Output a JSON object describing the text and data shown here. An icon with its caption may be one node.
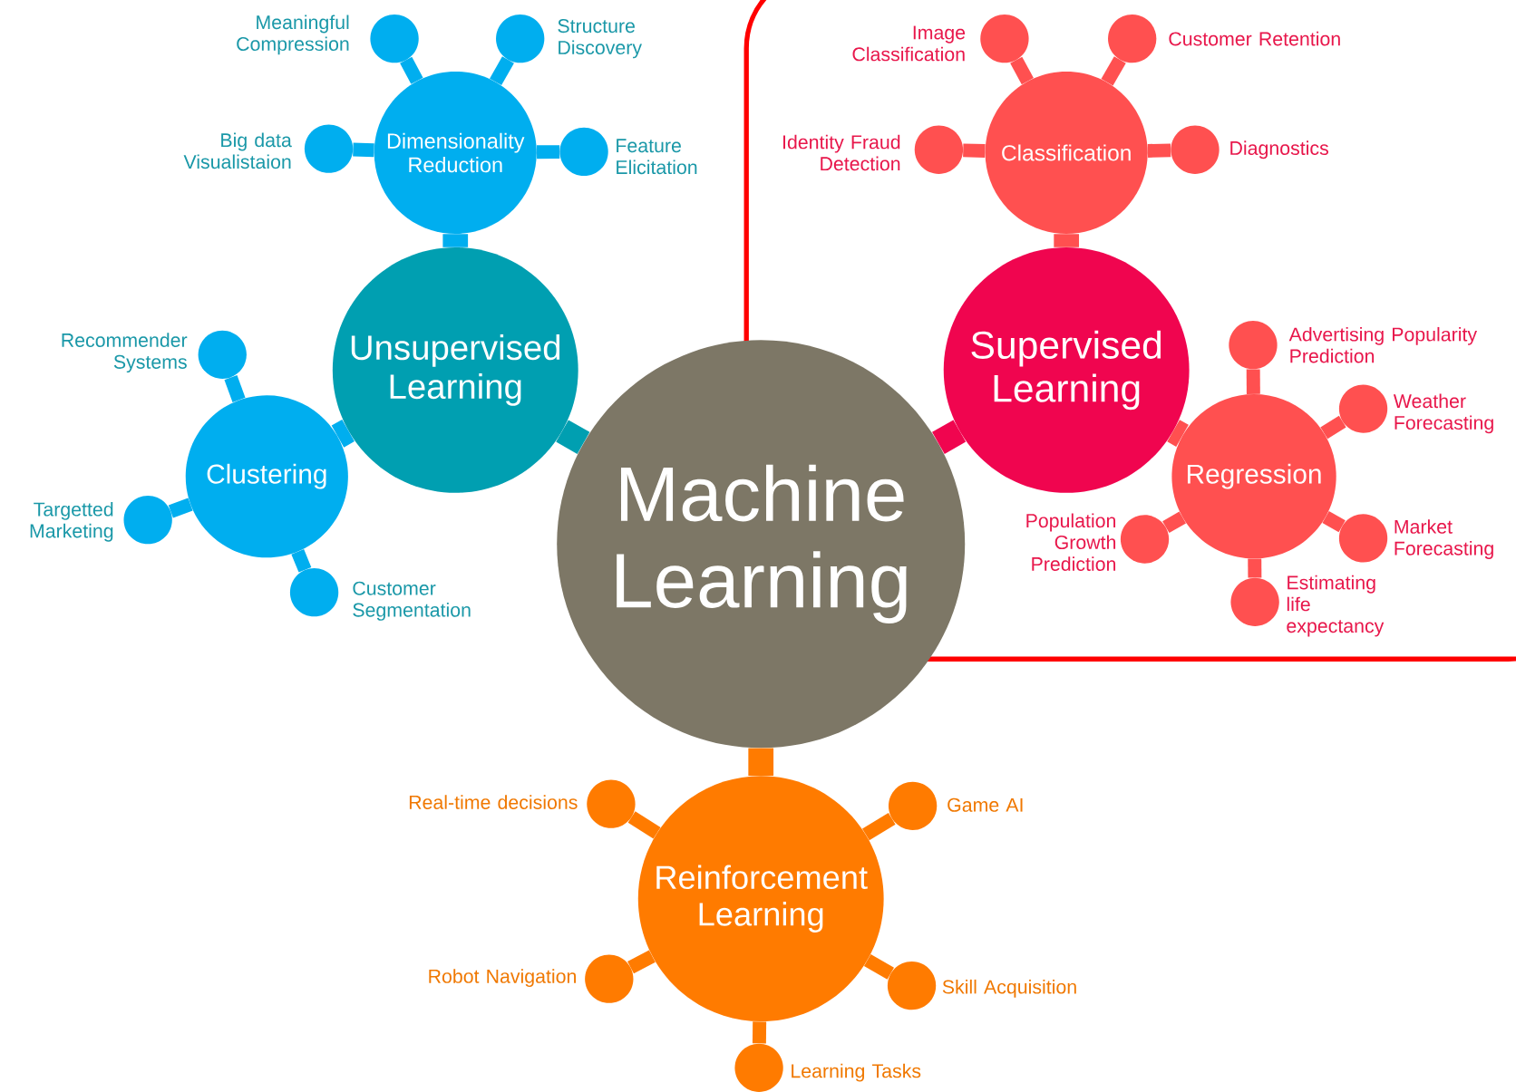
{
  "diagram": {
    "nodes": [
      {
        "text": [
          "Machine Learning"
        ]
      },
      {
        "text": [
          "Unsupervised Learning"
        ]
      },
      {
        "text": [
          "Dimensionality Reduction"
        ]
      },
      {
        "text": [
          "Clustering"
        ]
      },
      {
        "text": [
          "Supervised Learning"
        ]
      },
      {
        "text": [
          "Classification"
        ]
      },
      {
        "text": [
          "Regression"
        ]
      },
      {
        "text": [
          "Reinforcement Learning"
        ]
      },
      {
        "text": [],
        "shape": "circle",
        "beside": [
          "Meaningful Compression"
        ]
      },
      {
        "text": [],
        "shape": "circle",
        "beside": [
          "Structure Discovery"
        ]
      },
      {
        "text": [],
        "shape": "circle",
        "beside": [
          "Big data Visualistaion"
        ]
      },
      {
        "text": [],
        "shape": "circle",
        "beside": [
          "Feature Elicitation"
        ]
      },
      {
        "text": [],
        "shape": "circle",
        "beside": [
          "Recommender Systems"
        ]
      },
      {
        "text": [],
        "shape": "circle",
        "beside": [
          "Targetted Marketing"
        ]
      },
      {
        "text": [],
        "shape": "circle",
        "beside": [
          "Customer Segmentation"
        ]
      },
      {
        "text": [],
        "shape": "circle",
        "beside": [
          "Image Classification"
        ]
      },
      {
        "text": [],
        "shape": "circle",
        "beside": [
          "Customer Retention"
        ]
      },
      {
        "text": [],
        "shape": "circle",
        "beside": [
          "Identity Fraud Detection"
        ]
      },
      {
        "text": [],
        "shape": "circle",
        "beside": [
          "Diagnostics"
        ]
      },
      {
        "text": [],
        "shape": "circle",
        "beside": [
          "Advertising Popularity Prediction"
        ]
      },
      {
        "text": [],
        "shape": "circle",
        "beside": [
          "Weather Forecasting"
        ]
      },
      {
        "text": [],
        "shape": "circle",
        "beside": [
          "Population Growth Prediction"
        ]
      },
      {
        "text": [],
        "shape": "circle",
        "beside": [
          "Market Forecasting"
        ]
      },
      {
        "text": [],
        "shape": "circle",
        "beside": [
          "Estimating life expectancy"
        ]
      },
      {
        "text": [],
        "shape": "circle",
        "beside": [
          "Real-time decisions"
        ]
      },
      {
        "text": [],
        "shape": "circle",
        "beside": [
          "Game AI"
        ]
      },
      {
        "text": [],
        "shape": "circle",
        "beside": [
          "Robot Navigation"
        ]
      },
      {
        "text": [],
        "shape": "circle",
        "beside": [
          "Skill Acquisition"
        ]
      },
      {
        "text": [],
        "shape": "circle",
        "beside": [
          "Learning Tasks"
        ]
      }
    ],
    "edges": [
      {
        "from": 0,
        "to": 1,
        "arrow": "none",
        "style": "thick",
        "color": "#009fb1"
      },
      {
        "from": 1,
        "to": 2,
        "arrow": "none",
        "style": "thick",
        "color": "#00aeef"
      },
      {
        "from": 1,
        "to": 3,
        "arrow": "none",
        "style": "thick",
        "color": "#00aeef"
      },
      {
        "from": 0,
        "to": 4,
        "arrow": "none",
        "style": "thick",
        "color": "#f0054f"
      },
      {
        "from": 4,
        "to": 5,
        "arrow": "none",
        "style": "thick",
        "color": "#ff5050"
      },
      {
        "from": 4,
        "to": 6,
        "arrow": "none",
        "style": "thick",
        "color": "#ff5050"
      },
      {
        "from": 0,
        "to": 7,
        "arrow": "none",
        "style": "thick",
        "color": "#ff7b00"
      },
      {
        "from": 2,
        "to": 8,
        "arrow": "none",
        "color": "#00aeef"
      },
      {
        "from": 2,
        "to": 9,
        "arrow": "none",
        "color": "#00aeef"
      },
      {
        "from": 2,
        "to": 10,
        "arrow": "none",
        "color": "#00aeef"
      },
      {
        "from": 2,
        "to": 11,
        "arrow": "none",
        "color": "#00aeef"
      },
      {
        "from": 3,
        "to": 12,
        "arrow": "none",
        "color": "#00aeef"
      },
      {
        "from": 3,
        "to": 13,
        "arrow": "none",
        "color": "#00aeef"
      },
      {
        "from": 3,
        "to": 14,
        "arrow": "none",
        "color": "#00aeef"
      },
      {
        "from": 5,
        "to": 15,
        "arrow": "none",
        "color": "#ff5050"
      },
      {
        "from": 5,
        "to": 16,
        "arrow": "none",
        "color": "#ff5050"
      },
      {
        "from": 5,
        "to": 17,
        "arrow": "none",
        "color": "#ff5050"
      },
      {
        "from": 5,
        "to": 18,
        "arrow": "none",
        "color": "#ff5050"
      },
      {
        "from": 6,
        "to": 19,
        "arrow": "none",
        "color": "#ff5050"
      },
      {
        "from": 6,
        "to": 20,
        "arrow": "none",
        "color": "#ff5050"
      },
      {
        "from": 6,
        "to": 21,
        "arrow": "none",
        "color": "#ff5050"
      },
      {
        "from": 6,
        "to": 22,
        "arrow": "none",
        "color": "#ff5050"
      },
      {
        "from": 6,
        "to": 23,
        "arrow": "none",
        "color": "#ff5050"
      },
      {
        "from": 7,
        "to": 24,
        "arrow": "none",
        "color": "#ff7b00"
      },
      {
        "from": 7,
        "to": 25,
        "arrow": "none",
        "color": "#ff7b00"
      },
      {
        "from": 7,
        "to": 26,
        "arrow": "none",
        "color": "#ff7b00"
      },
      {
        "from": 7,
        "to": 27,
        "arrow": "none",
        "color": "#ff7b00"
      },
      {
        "from": 7,
        "to": 28,
        "arrow": "none",
        "color": "#ff7b00"
      }
    ]
  }
}
